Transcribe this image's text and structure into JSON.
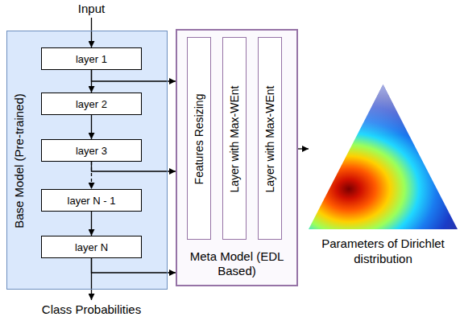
{
  "diagram": {
    "nodes": [
      {
        "text": [
          "Base Model (Pre-trained)"
        ]
      },
      {
        "text": [
          "layer 1"
        ],
        "in": 0
      },
      {
        "text": [
          "layer 2"
        ],
        "in": 0
      },
      {
        "text": [
          "layer 3"
        ],
        "in": 0
      },
      {
        "text": [
          "layer N - 1"
        ],
        "in": 0
      },
      {
        "text": [
          "layer N"
        ],
        "in": 0
      },
      {
        "text": [
          "Meta Model (EDL Based)"
        ]
      },
      {
        "text": [
          "Features Resizing"
        ],
        "in": 6
      },
      {
        "text": [
          "Layer with Max-WEnt"
        ],
        "in": 6
      },
      {
        "text": [
          "Layer with Max-WEnt"
        ],
        "in": 6
      },
      {
        "text": [
          "Parameters of Dirichlet distribution"
        ]
      }
    ],
    "edges": [
      {
        "from": 1,
        "to": 2,
        "arrow": "to"
      },
      {
        "from": 2,
        "to": 3,
        "arrow": "to"
      },
      {
        "from": 3,
        "to": 4,
        "arrow": "to"
      },
      {
        "from": 4,
        "to": 5,
        "arrow": "to"
      },
      {
        "from": 1,
        "to": 6,
        "arrow": "to"
      },
      {
        "from": 3,
        "to": 6,
        "arrow": "to"
      },
      {
        "from": 5,
        "to": 6,
        "arrow": "to"
      },
      {
        "from": 6,
        "to": 10,
        "arrow": "to"
      }
    ],
    "labels": [
      "Input",
      "Class Probabilities"
    ]
  }
}
